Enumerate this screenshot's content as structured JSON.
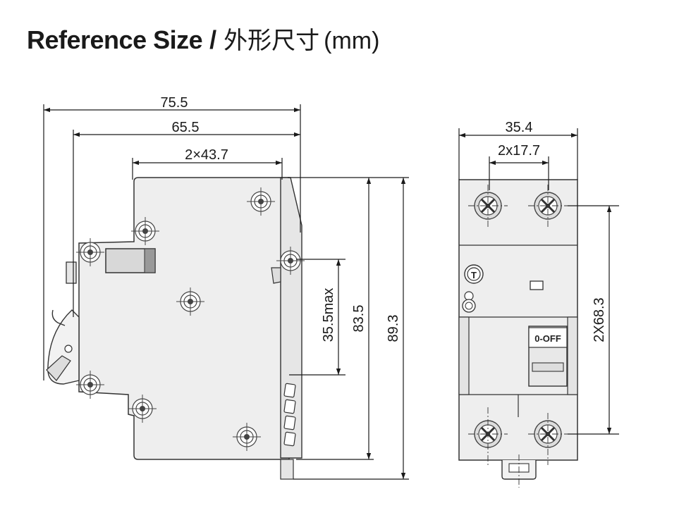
{
  "title": {
    "english": "Reference Size",
    "separator": "/",
    "chinese": "外形尺寸",
    "unit": "(mm)"
  },
  "side_view": {
    "dim_overall_width": "75.5",
    "dim_body_width": "65.5",
    "dim_module_width": "2×43.7",
    "dim_rail_height": "35.5max",
    "dim_body_height": "83.5",
    "dim_total_height": "89.3"
  },
  "front_view": {
    "dim_width": "35.4",
    "dim_terminal_pitch": "2x17.7",
    "dim_terminal_span": "2X68.3",
    "test_button_label": "T",
    "switch_label": "0-OFF"
  },
  "colors": {
    "body_fill": "#eeeeee",
    "line": "#333333",
    "terminal_ring": "#555555"
  }
}
